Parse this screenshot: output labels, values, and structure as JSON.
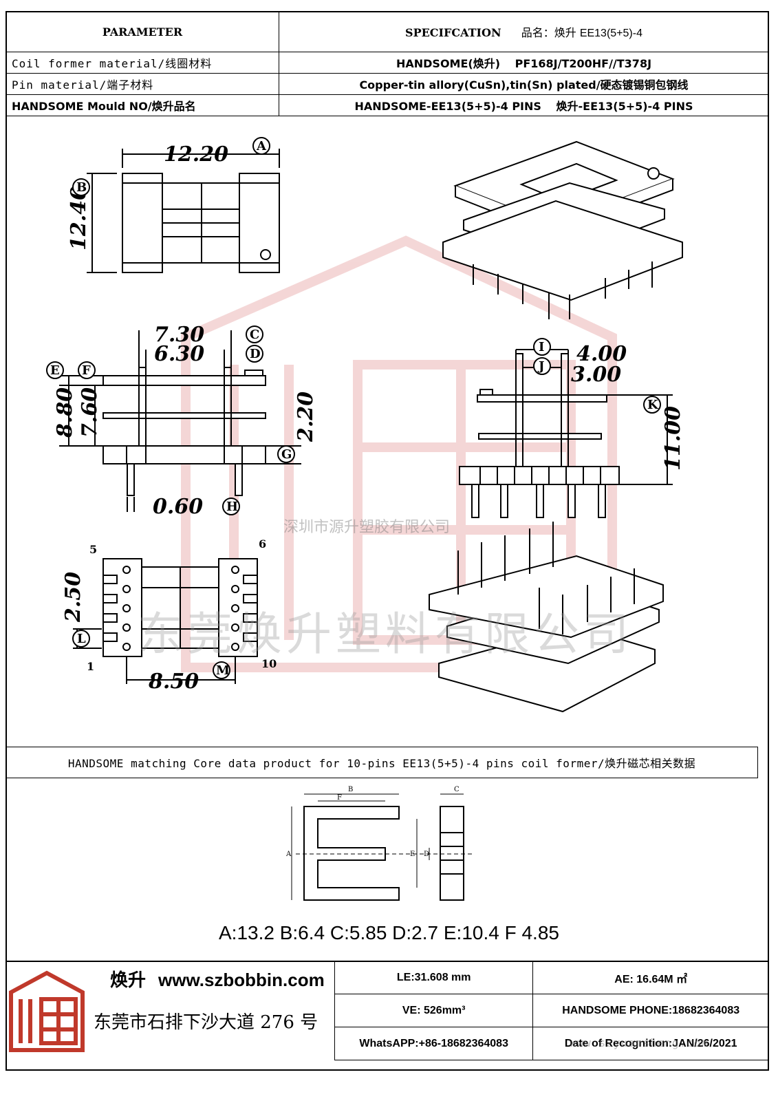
{
  "header": {
    "parameter": "PARAMETER",
    "specification": "SPECIFCATION",
    "product_name_label": "品名：焕升",
    "product_name": "EE13(5+5)-4"
  },
  "rows": [
    {
      "label": "Coil former material/线圈材料",
      "value": "HANDSOME(焕升)　 PF168J/T200HF//T378J"
    },
    {
      "label": "Pin material/端子材料",
      "value": "Copper-tin allory(CuSn),tin(Sn) plated/硬态镀锡铜包钢线"
    },
    {
      "label": "HANDSOME Mould NO/焕升品名",
      "value": "HANDSOME-EE13(5+5)-4 PINS　 焕升-EE13(5+5)-4 PINS"
    }
  ],
  "dimensions": {
    "A": "12.20",
    "B": "12.40",
    "C": "7.30",
    "D": "6.30",
    "E": "8.80",
    "F": "7.60",
    "G": "2.20",
    "H": "0.60",
    "I": "4.00",
    "J": "3.00",
    "K": "11.00",
    "L": "2.50",
    "M": "8.50"
  },
  "pin_numbers": {
    "p5": "5",
    "p6": "6",
    "p1": "1",
    "p10": "10"
  },
  "core_header": "HANDSOME matching Core data  product for 10-pins EE13(5+5)-4 pins coil former/焕升磁芯相关数据",
  "core_letters": {
    "A": "A",
    "B": "B",
    "C": "C",
    "D": "D",
    "E": "E",
    "F": "F"
  },
  "core_values": "A:13.2 B:6.4 C:5.85 D:2.7 E:10.4 F 4.85",
  "footer": {
    "brand": "焕升",
    "url": "www.szbobbin.com",
    "address": "东莞市石排下沙大道 276 号",
    "le": "LE:31.608 mm",
    "ae": "AE: 16.64M ㎡",
    "ve": "VE: 526mm³",
    "phone": "HANDSOME PHONE:18682364083",
    "whatsapp": "WhatsAPP:+86-18682364083",
    "date": "Date of Recognition:JAN/26/2021"
  },
  "watermarks": {
    "company_small": "深圳市源升塑胶有限公司",
    "company_large": "东莞焕升塑料有限公司",
    "site": "www.szyuansheng.com"
  },
  "colors": {
    "watermark_red": "#e8b3b3",
    "logo_red": "#c0392b"
  }
}
